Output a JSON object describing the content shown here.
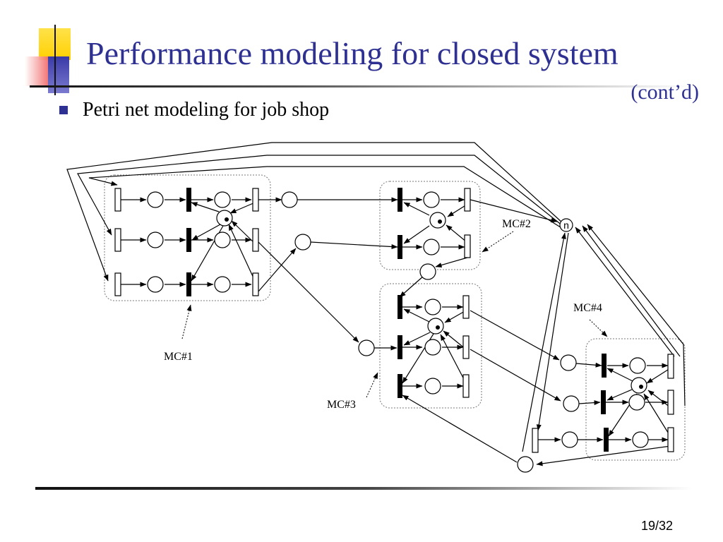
{
  "slide": {
    "title": "Performance modeling for closed system",
    "subtitle": "(cont’d)",
    "bullet": "Petri net modeling for job shop",
    "page_number": "19/32"
  },
  "diagram": {
    "machine_labels": [
      "MC#1",
      "MC#2",
      "MC#3",
      "MC#4"
    ],
    "resource_token_label": "n"
  },
  "colors": {
    "title": "#2e3192",
    "deco_yellow": "#ffd700",
    "deco_red": "#f06060",
    "deco_blue": "#3a3aa8",
    "rule": "#222222"
  }
}
